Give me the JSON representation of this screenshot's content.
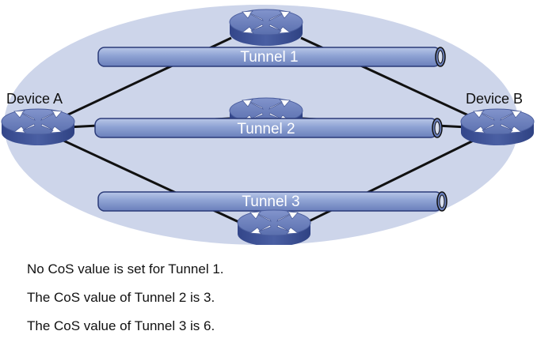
{
  "devices": [
    {
      "id": "device-a",
      "label": "Device A"
    },
    {
      "id": "device-b",
      "label": "Device B"
    },
    {
      "id": "router-top",
      "label": ""
    },
    {
      "id": "router-middle",
      "label": ""
    },
    {
      "id": "router-bottom",
      "label": ""
    }
  ],
  "tunnels": [
    {
      "label": "Tunnel 1"
    },
    {
      "label": "Tunnel 2"
    },
    {
      "label": "Tunnel 3"
    }
  ],
  "notes": [
    "No CoS value is set for Tunnel 1.",
    "The CoS value of Tunnel 2 is 3.",
    "The CoS value of Tunnel 3 is 6."
  ],
  "colors": {
    "network_area": "#cdd5ea",
    "tunnel_fill": "#8fa3d2",
    "router_top": "#6d82bd",
    "router_side": "#3e5294",
    "link": "#111111"
  },
  "icons": {
    "router": "router-icon"
  }
}
